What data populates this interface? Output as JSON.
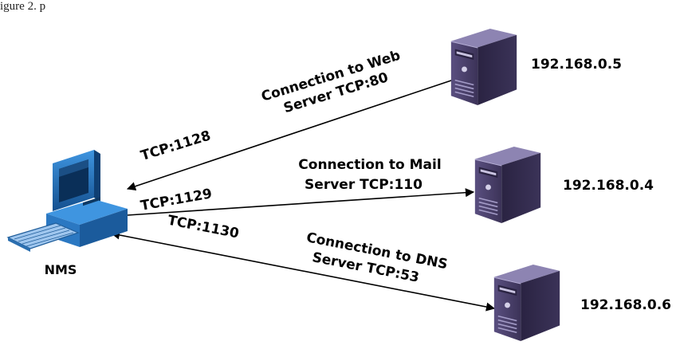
{
  "caption": "igure 2. p",
  "nms": {
    "label": "NMS",
    "icon": "computer-workstation-icon"
  },
  "servers": [
    {
      "ip": "192.168.0.5",
      "icon": "server-tower-icon",
      "connection_lines": [
        "Connection to Web",
        "Server TCP:80"
      ],
      "client_port": "TCP:1128"
    },
    {
      "ip": "192.168.0.4",
      "icon": "server-tower-icon",
      "connection_lines": [
        "Connection to Mail",
        "Server TCP:110"
      ],
      "client_port": "TCP:1129"
    },
    {
      "ip": "192.168.0.6",
      "icon": "server-tower-icon",
      "connection_lines": [
        "Connection to DNS",
        "Server TCP:53"
      ],
      "client_port": "TCP:1130"
    }
  ],
  "colors": {
    "server_front": "#4a3f6b",
    "server_side": "#2e2647",
    "server_top": "#8a7fb0",
    "monitor_blue": "#1f74c6",
    "arrow": "#000000"
  }
}
